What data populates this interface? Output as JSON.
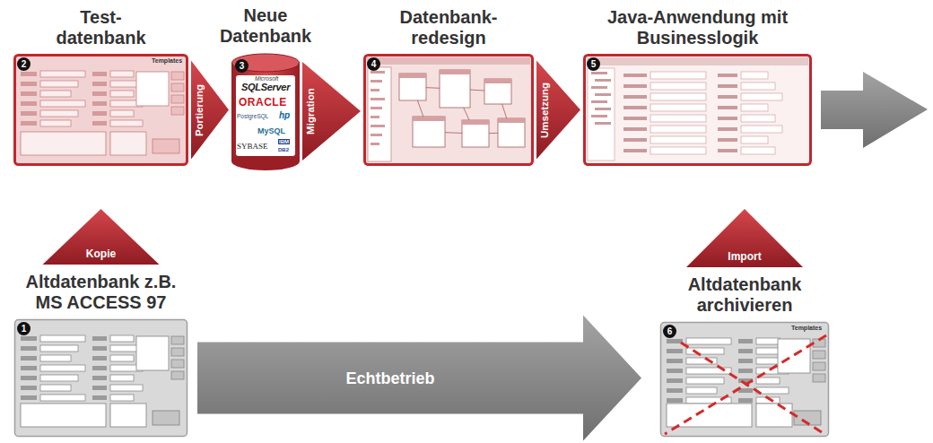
{
  "diagram": {
    "nodes": [
      {
        "text": [
          "Test- datenbank"
        ]
      },
      {
        "text": [
          "Neue Datenbank"
        ]
      },
      {
        "text": [
          "Datenbank- redesign"
        ]
      },
      {
        "text": [
          "Java-Anwendung mit Businesslogik"
        ]
      },
      {
        "text": [
          "Altdatenbank z.B. MS ACCESS 97"
        ]
      },
      {
        "text": [
          "Altdatenbank archivieren"
        ]
      }
    ],
    "edges": [
      {
        "from": 0,
        "to": 1,
        "arrow": "to",
        "label": "Portierung"
      },
      {
        "from": 1,
        "to": 2,
        "arrow": "to",
        "label": "Migration"
      },
      {
        "from": 2,
        "to": 3,
        "arrow": "to",
        "label": "Umsetzung"
      },
      {
        "from": 4,
        "to": 0,
        "arrow": "to",
        "label": "Kopie"
      },
      {
        "from": 4,
        "to": 5,
        "arrow": "to",
        "label": "Echtbetrieb"
      },
      {
        "from": 5,
        "to": 3,
        "arrow": "to",
        "label": "Import"
      }
    ],
    "labels": [
      "2",
      "Templates",
      "3",
      "Microsoft",
      "SQLServer",
      "ORACLE",
      "PostgreSQL",
      "hp",
      "MySQL",
      "SYBASE",
      "IBM",
      "DB2",
      "4",
      "5",
      "1",
      "6",
      "Templates"
    ]
  }
}
